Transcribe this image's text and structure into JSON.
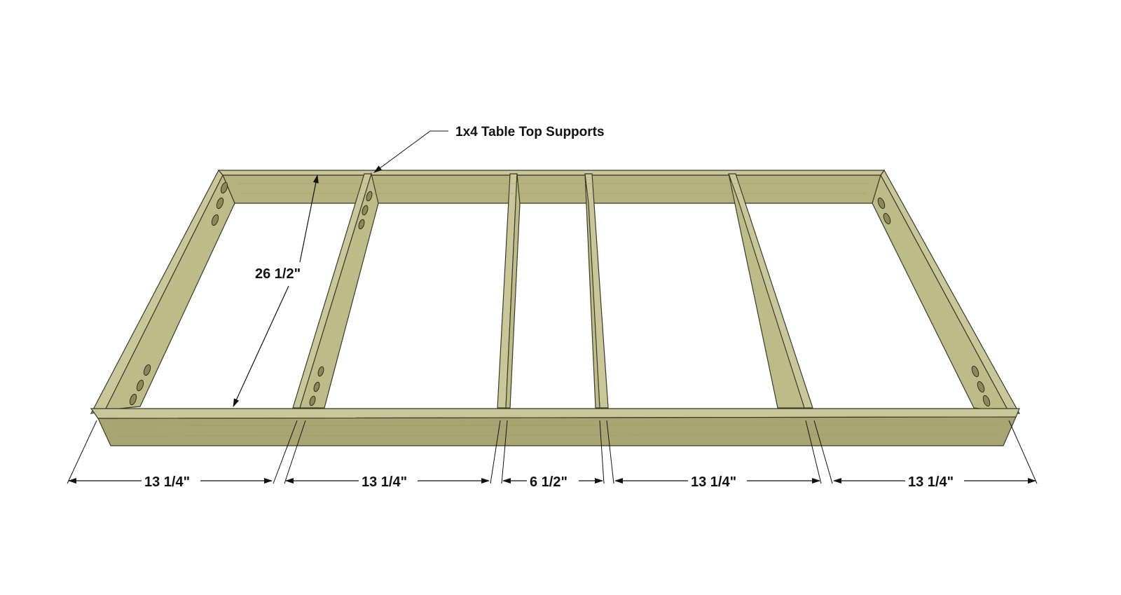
{
  "callout": {
    "text": "1x4 Table Top Supports"
  },
  "dimensions": {
    "depth": "26 1/2\"",
    "bays": [
      {
        "label": "13 1/4\""
      },
      {
        "label": "13 1/4\""
      },
      {
        "label": "6 1/2\""
      },
      {
        "label": "13 1/4\""
      },
      {
        "label": "13 1/4\""
      }
    ]
  },
  "colors": {
    "wood_top": "#c9c79a",
    "wood_front": "#a9a572",
    "outline": "#3a3a2a",
    "text": "#111111"
  }
}
